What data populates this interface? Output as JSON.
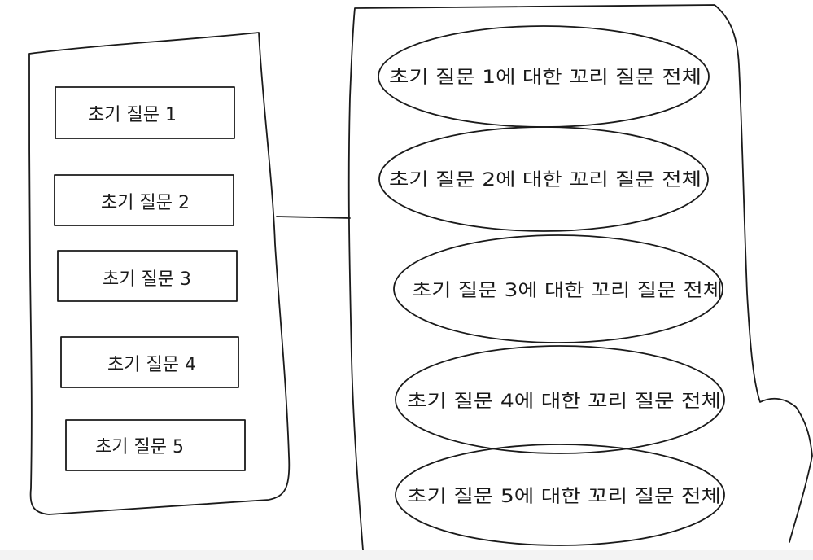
{
  "left_panel": {
    "boxes": [
      {
        "label": "초기 질문 1"
      },
      {
        "label": "초기 질문 2"
      },
      {
        "label": "초기 질문 3"
      },
      {
        "label": "초기 질문 4"
      },
      {
        "label": "초기 질문 5"
      }
    ]
  },
  "right_panel": {
    "ellipses": [
      {
        "label": "초기 질문 1에 대한 꼬리 질문 전체"
      },
      {
        "label": "초기 질문 2에 대한 꼬리 질문 전체"
      },
      {
        "label": "초기 질문 3에 대한 꼬리 질문 전체"
      },
      {
        "label": "초기 질문 4에 대한 꼬리 질문 전체"
      },
      {
        "label": "초기 질문 5에 대한 꼬리 질문 전체"
      }
    ]
  }
}
